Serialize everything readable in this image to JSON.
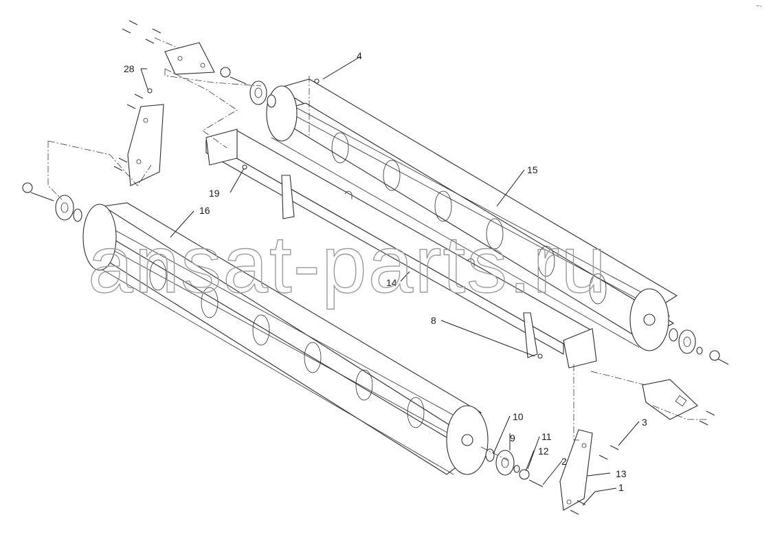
{
  "diagram": {
    "callouts": [
      "1",
      "2",
      "3",
      "4",
      "8",
      "9",
      "10",
      "11",
      "12",
      "13",
      "14",
      "15",
      "16",
      "19",
      "28"
    ],
    "watermark": "ansat-parts.ru",
    "corner_mark": "~-"
  },
  "colors": {
    "line": "#2a2a2a",
    "watermark": "#9a9a9a",
    "background": "#ffffff"
  }
}
